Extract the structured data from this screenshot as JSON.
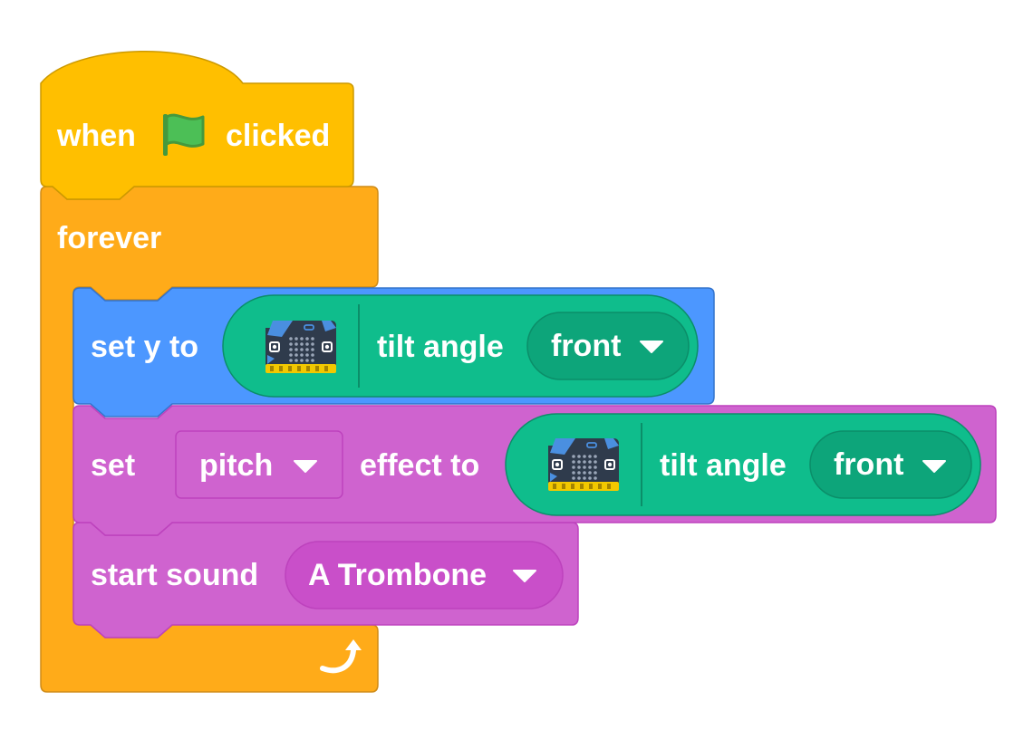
{
  "blocks": {
    "hat": {
      "word_when": "when",
      "word_clicked": "clicked",
      "icon": "green-flag-icon"
    },
    "forever": {
      "label": "forever",
      "icon": "loop-arrow-icon"
    },
    "set_y": {
      "label": "set y to",
      "reporter": {
        "device_icon": "microbit-icon",
        "label": "tilt angle",
        "menu_value": "front"
      }
    },
    "set_effect": {
      "label_set": "set",
      "effect_value": "pitch",
      "label_effect_to": "effect to",
      "reporter": {
        "device_icon": "microbit-icon",
        "label": "tilt angle",
        "menu_value": "front"
      }
    },
    "start_sound": {
      "label": "start sound",
      "sound_value": "A Trombone"
    }
  },
  "colors": {
    "events": "#FFBF00",
    "events_border": "#CC9900",
    "control": "#FFAB19",
    "control_border": "#CF8B17",
    "motion": "#4C97FF",
    "motion_border": "#3373CC",
    "sound": "#CF63CF",
    "sound_border": "#BD42BD",
    "sound_menu": "#C94FC9",
    "extension": "#0FBD8C",
    "extension_border": "#0B8E69",
    "extension_menu": "#0DA57A"
  }
}
